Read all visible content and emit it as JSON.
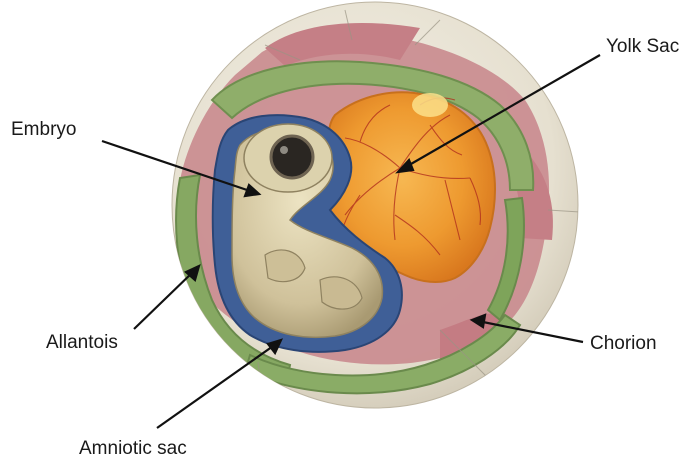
{
  "labels": {
    "yolk_sac": "Yolk Sac",
    "embryo": "Embryo",
    "allantois": "Allantois",
    "chorion": "Chorion",
    "amniotic_sac": "Amniotic sac"
  },
  "colors": {
    "shell": "#e9e4d6",
    "chorion": "#c98a8e",
    "allantois": "#8fae6a",
    "amnion": "#3f5f97",
    "yolk": "#f0a23a",
    "embryo": "#d9cfaa",
    "label_text": "#1a1a1a",
    "leader_line": "#111111"
  }
}
